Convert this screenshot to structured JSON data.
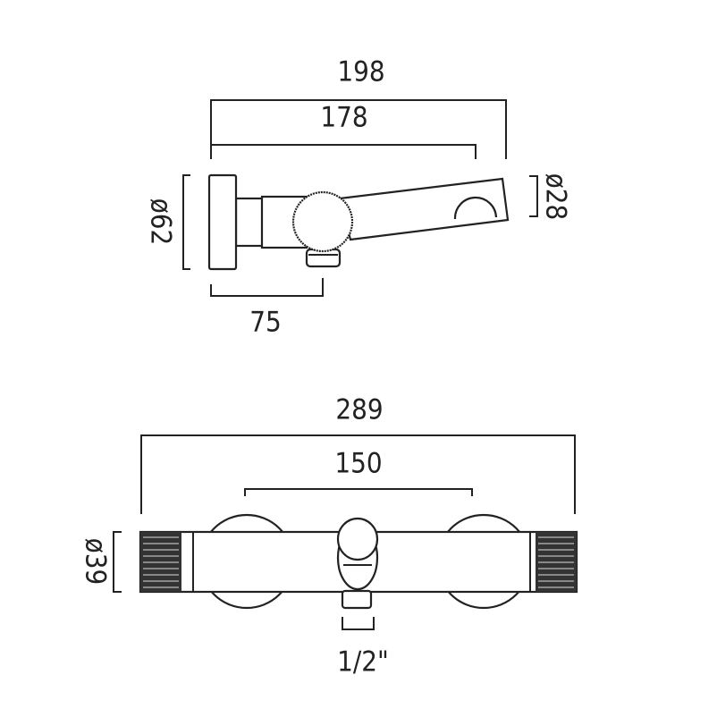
{
  "side_view": {
    "overall_length": "198",
    "spout_length": "178",
    "plate_diameter": "ø62",
    "spout_diameter": "ø28",
    "outlet_offset": "75"
  },
  "front_view": {
    "overall_length": "289",
    "centres": "150",
    "body_diameter": "ø39",
    "outlet_size": "1/2\""
  }
}
